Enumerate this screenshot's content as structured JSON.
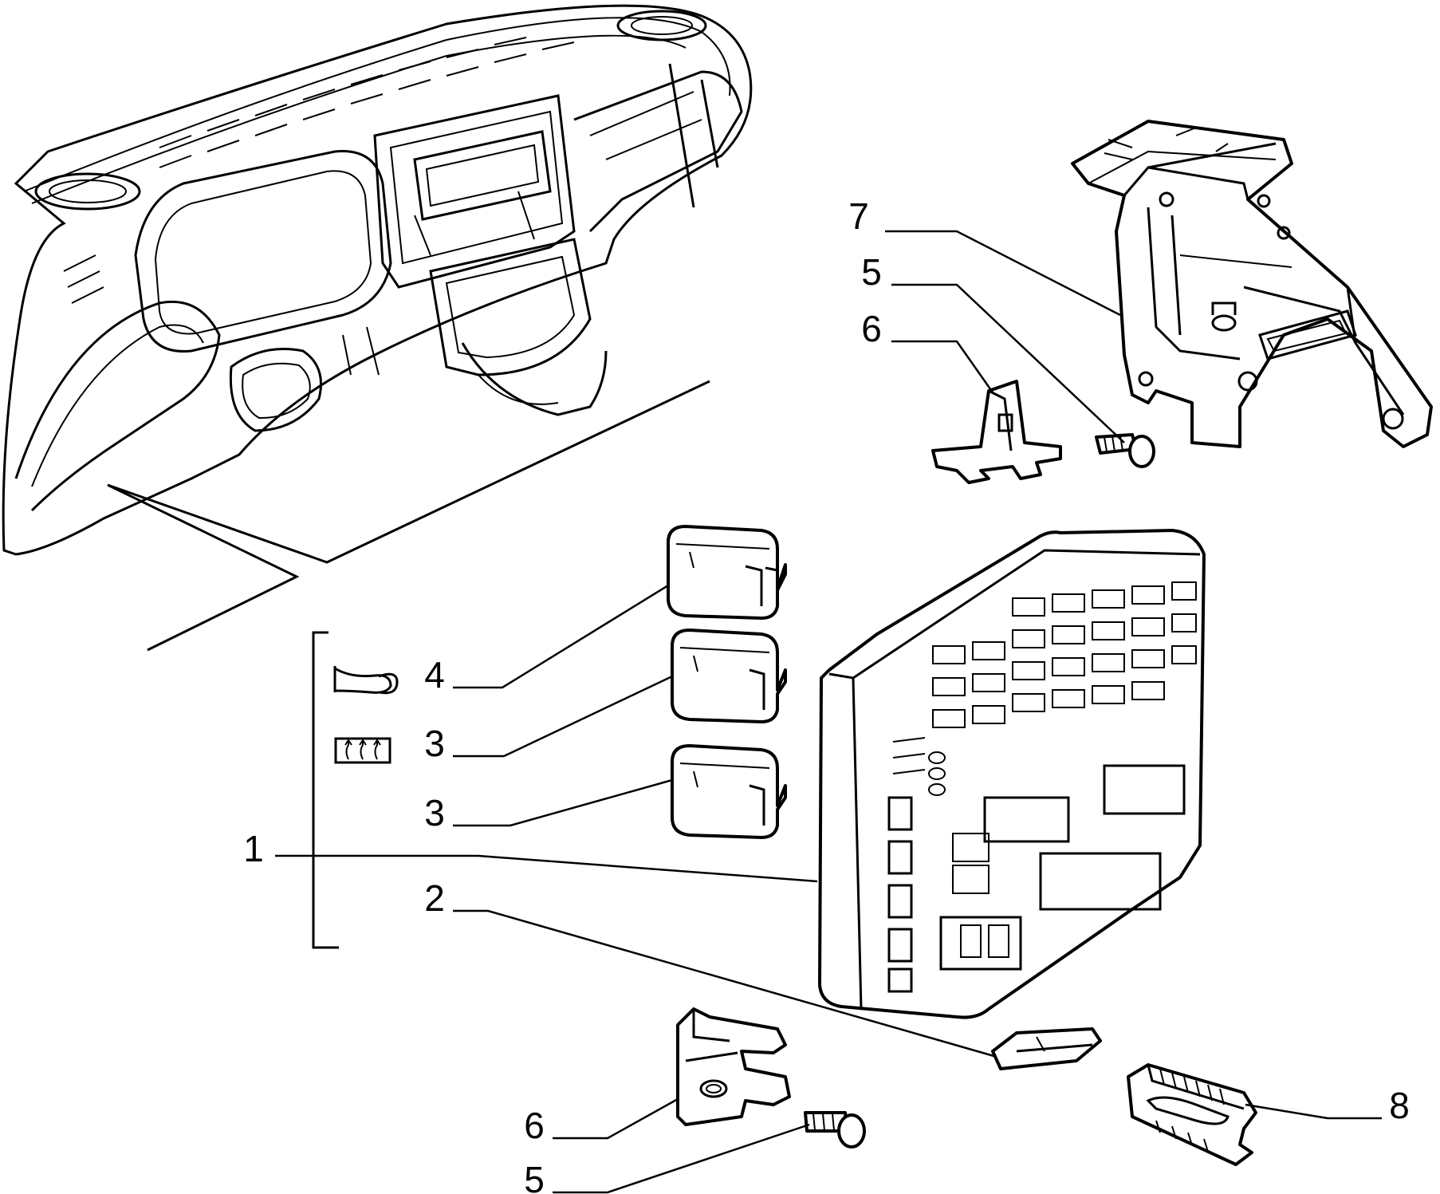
{
  "diagram": {
    "callouts": [
      {
        "id": "c7",
        "text": "7"
      },
      {
        "id": "c5a",
        "text": "5"
      },
      {
        "id": "c6a",
        "text": "6"
      },
      {
        "id": "c4",
        "text": "4"
      },
      {
        "id": "c3a",
        "text": "3"
      },
      {
        "id": "c3b",
        "text": "3"
      },
      {
        "id": "c1",
        "text": "1"
      },
      {
        "id": "c2",
        "text": "2"
      },
      {
        "id": "c6b",
        "text": "6"
      },
      {
        "id": "c5b",
        "text": "5"
      },
      {
        "id": "c8",
        "text": "8"
      }
    ],
    "icons": [
      {
        "id": "horn",
        "name": "horn-icon"
      },
      {
        "id": "defrost",
        "name": "rear-defrost-icon"
      }
    ],
    "colors": {
      "ink": "#000000",
      "paper": "#ffffff"
    }
  }
}
